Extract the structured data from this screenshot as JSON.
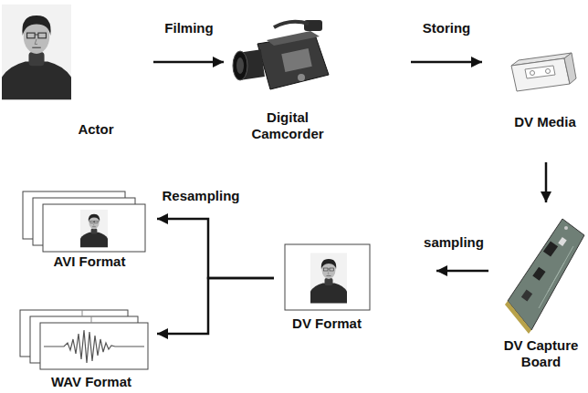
{
  "diagram": {
    "nodes": [
      {
        "text": [
          "Actor"
        ]
      },
      {
        "text": [
          "Digital Camcorder"
        ]
      },
      {
        "text": [
          "DV Media"
        ]
      },
      {
        "text": [
          "DV Capture Board"
        ]
      },
      {
        "text": [
          "DV Format"
        ]
      },
      {
        "text": [
          "AVI Format"
        ]
      },
      {
        "text": [
          "WAV Format"
        ]
      }
    ],
    "edges": [
      {
        "from": 0,
        "to": 1,
        "label": "Filming",
        "arrow": "to"
      },
      {
        "from": 1,
        "to": 2,
        "label": "Storing",
        "arrow": "to"
      },
      {
        "from": 2,
        "to": 3,
        "arrow": "to"
      },
      {
        "from": 3,
        "to": 4,
        "label": "sampling",
        "arrow": "to"
      },
      {
        "from": 4,
        "to": 5,
        "label": "Resampling",
        "arrow": "to"
      },
      {
        "from": 4,
        "to": 6,
        "arrow": "to"
      }
    ]
  }
}
